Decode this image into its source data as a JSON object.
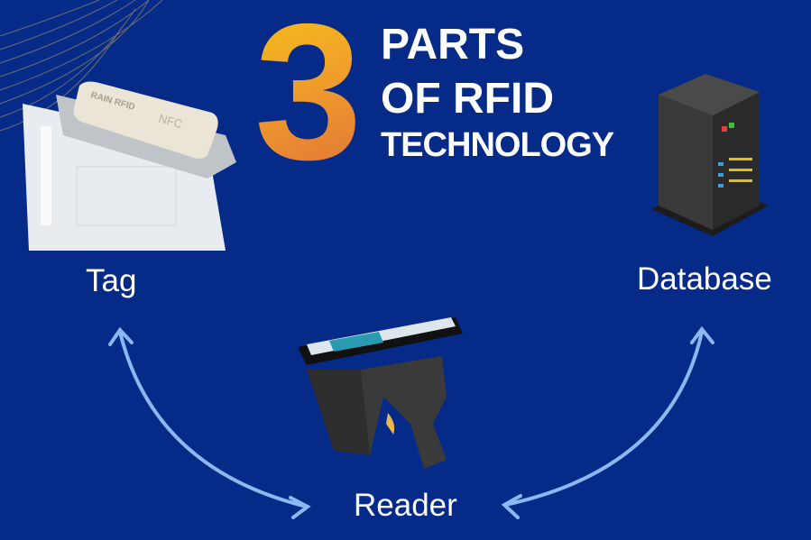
{
  "title": {
    "number": "3",
    "line1": "PARTS",
    "line2": "OF RFID",
    "line3": "TECHNOLOGY"
  },
  "components": {
    "tag": "Tag",
    "database": "Database",
    "reader": "Reader"
  },
  "tag_logo_text": [
    "RAIN RFID",
    "NFC"
  ],
  "colors": {
    "background": "#062a87",
    "accent_gradient": [
      "#f5c418",
      "#e0703a"
    ],
    "arrow": "#8ab8f0"
  }
}
